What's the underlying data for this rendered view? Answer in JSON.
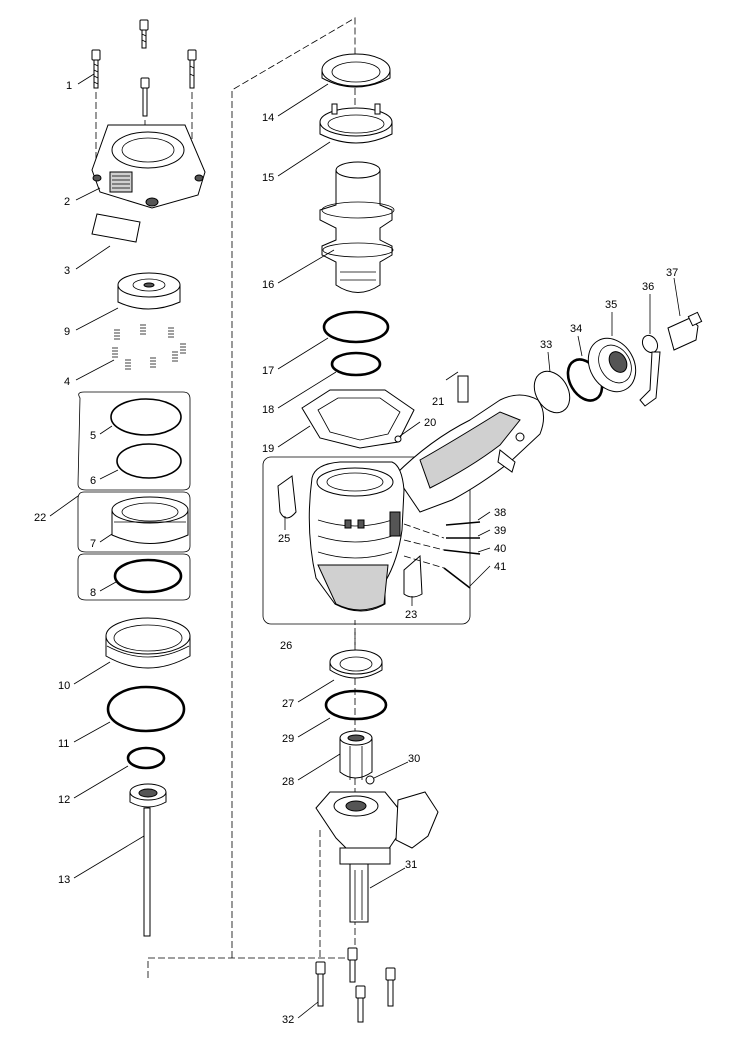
{
  "labels": {
    "p1": "1",
    "p2": "2",
    "p3": "3",
    "p4": "4",
    "p5": "5",
    "p6": "6",
    "p7": "7",
    "p8": "8",
    "p9": "9",
    "p10": "10",
    "p11": "11",
    "p12": "12",
    "p13": "13",
    "p14": "14",
    "p15": "15",
    "p16": "16",
    "p17": "17",
    "p18": "18",
    "p19": "19",
    "p20": "20",
    "p21": "21",
    "p22": "22",
    "p23": "23",
    "p25": "25",
    "p26": "26",
    "p27": "27",
    "p28": "28",
    "p29": "29",
    "p30": "30",
    "p31": "31",
    "p32": "32",
    "p33": "33",
    "p34": "34",
    "p35": "35",
    "p36": "36",
    "p37": "37",
    "p38": "38",
    "p39": "39",
    "p40": "40",
    "p41": "41"
  }
}
